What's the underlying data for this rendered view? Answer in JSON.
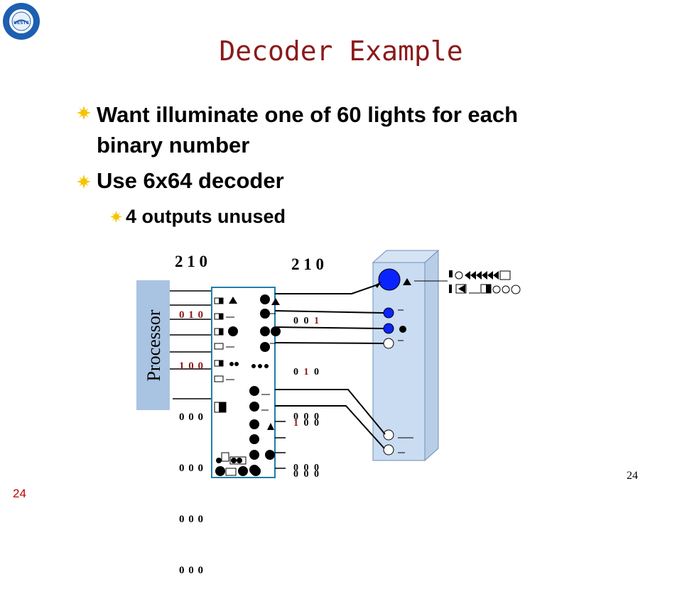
{
  "slide": {
    "title": "Decoder Example",
    "bullets": [
      {
        "line1": "Want illuminate one of 60 lights for each",
        "line2": "binary number"
      },
      {
        "line1": "Use 6x64 decoder"
      }
    ],
    "sub_bullets": [
      "4 outputs unused"
    ],
    "slide_number": "24",
    "slide_number_corner": "24"
  },
  "diagram": {
    "processor_label": "Processor",
    "left_header": "2 1 0",
    "right_header": "2 1 0",
    "left_rows": [
      {
        "a": "0",
        "b": "1",
        "c": "0",
        "color": "red"
      },
      {
        "a": "1",
        "b": "0",
        "c": "0",
        "color": "red"
      },
      {
        "a": "0",
        "b": "0",
        "c": "0",
        "color": "black"
      },
      {
        "a": "0",
        "b": "0",
        "c": "0",
        "color": "black"
      },
      {
        "a": "0",
        "b": "0",
        "c": "0",
        "color": "black"
      },
      {
        "a": "0",
        "b": "0",
        "c": "0",
        "color": "black"
      }
    ],
    "right_rows_top": [
      {
        "a": "0",
        "b": "0",
        "c": "1",
        "red": "c"
      },
      {
        "a": "0",
        "b": "1",
        "c": "0",
        "red": "b"
      },
      {
        "a": "1",
        "b": "0",
        "c": "0",
        "red": "a"
      },
      {
        "a": "0",
        "b": "0",
        "c": "0",
        "red": ""
      }
    ],
    "right_rows_bottom": [
      {
        "a": "0",
        "b": "0",
        "c": "0"
      },
      {
        "a": "0",
        "b": "0",
        "c": "0"
      }
    ]
  },
  "colors": {
    "title": "#8b1a1a",
    "accent_red": "#8b1a1a",
    "processor_fill": "#a9c3e3",
    "light_on": "#0a24ff",
    "bullet_sun": "#f5c400"
  }
}
